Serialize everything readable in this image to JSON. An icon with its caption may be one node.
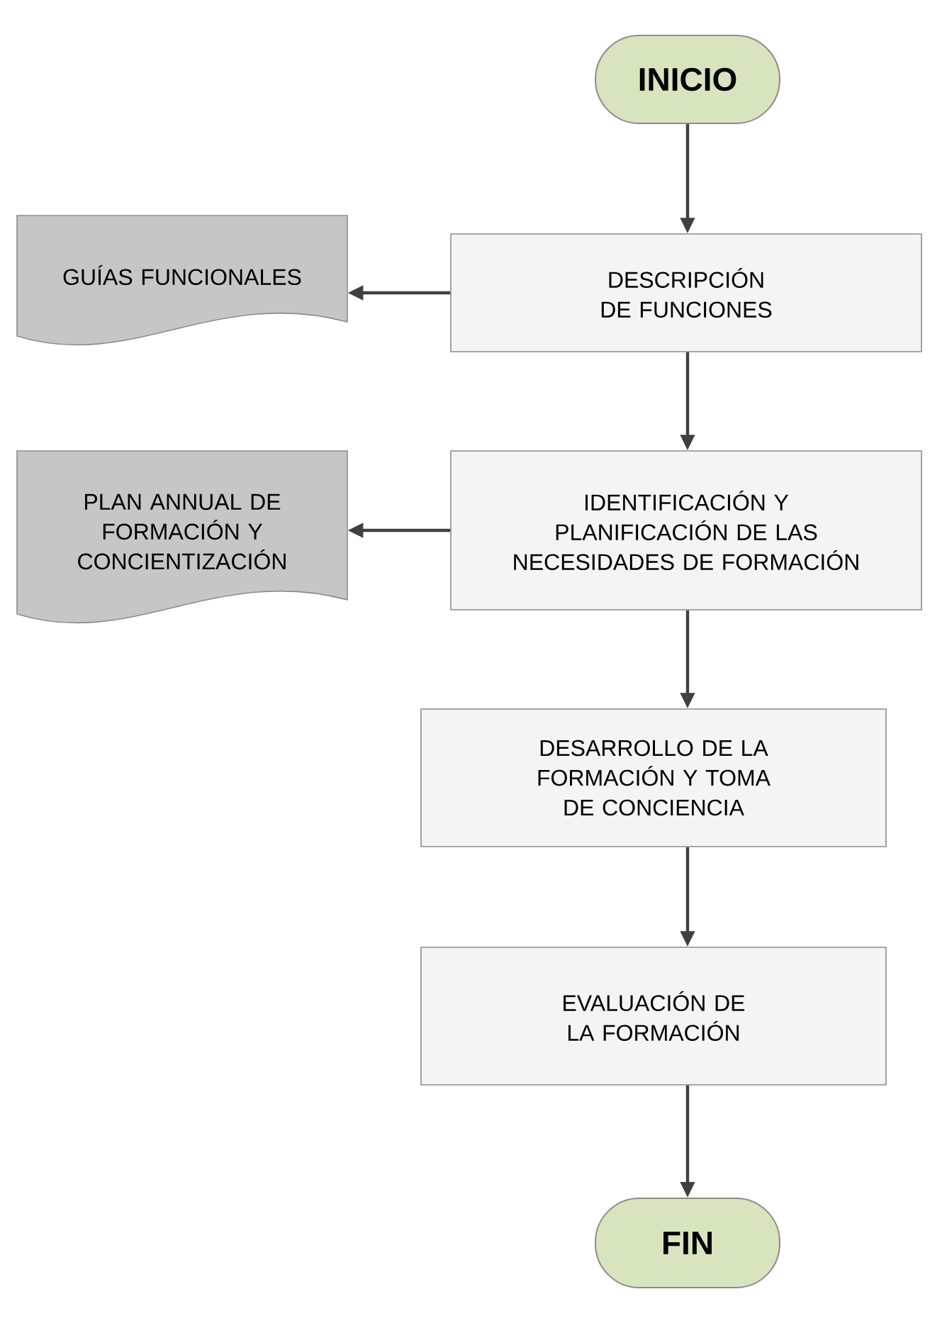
{
  "diagram": {
    "nodes": [
      {
        "text": [
          "INICIO"
        ]
      },
      {
        "text": [
          "DESCRIPCIÓN DE FUNCIONES"
        ]
      },
      {
        "text": [
          "GUÍAS FUNCIONALES"
        ]
      },
      {
        "text": [
          "IDENTIFICACIÓN Y PLANIFICACIÓN DE LAS NECESIDADES DE FORMACIÓN"
        ]
      },
      {
        "text": [
          "PLAN ANNUAL DE FORMACIÓN Y CONCIENTIZACIÓN"
        ]
      },
      {
        "text": [
          "DESARROLLO DE LA FORMACIÓN Y TOMA DE CONCIENCIA"
        ]
      },
      {
        "text": [
          "EVALUACIÓN DE LA FORMACIÓN"
        ]
      },
      {
        "text": [
          "FIN"
        ]
      }
    ],
    "edges": [
      {
        "from": 0,
        "to": 1,
        "arrow": "to"
      },
      {
        "from": 1,
        "to": 2,
        "arrow": "to"
      },
      {
        "from": 1,
        "to": 3,
        "arrow": "to"
      },
      {
        "from": 3,
        "to": 4,
        "arrow": "to"
      },
      {
        "from": 3,
        "to": 5,
        "arrow": "to"
      },
      {
        "from": 5,
        "to": 6,
        "arrow": "to"
      },
      {
        "from": 6,
        "to": 7,
        "arrow": "to"
      }
    ]
  }
}
